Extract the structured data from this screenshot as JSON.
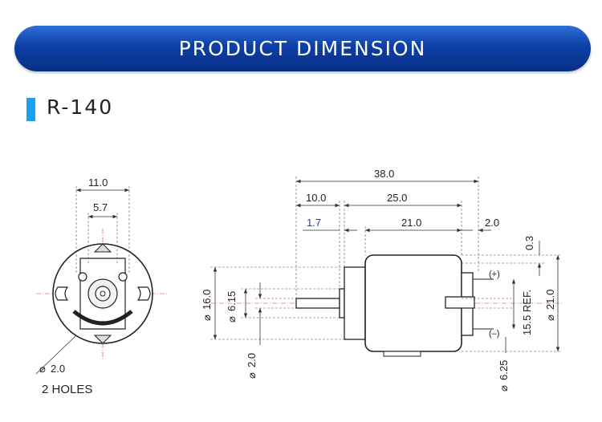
{
  "header": {
    "title": "PRODUCT DIMENSION"
  },
  "model": {
    "name": "R-140"
  },
  "front_view": {
    "dim_width": "11.0",
    "dim_inner": "5.7",
    "hole_dia": "2.0",
    "holes_note": "2 HOLES"
  },
  "side_view": {
    "dim_total_length": "38.0",
    "dim_shaft_length": "10.0",
    "dim_body_length": "25.0",
    "dim_boss_length": "1.7",
    "dim_can_length": "21.0",
    "dim_terminal": "2.0",
    "dim_top_gap": "0.3",
    "dim_boss_dia": "16.0",
    "dim_bearing_dia": "6.15",
    "dim_shaft_dia": "2.0",
    "dim_body_dia": "21.0",
    "dim_terminal_ref": "15.5 REF.",
    "dim_end_dia": "6.25",
    "plus_mark": "(+)",
    "minus_mark": "(–)"
  },
  "colors": {
    "banner": "#0d3fa6",
    "accent": "#1aa0f0",
    "highlight_dim": "#2a3f9e"
  }
}
